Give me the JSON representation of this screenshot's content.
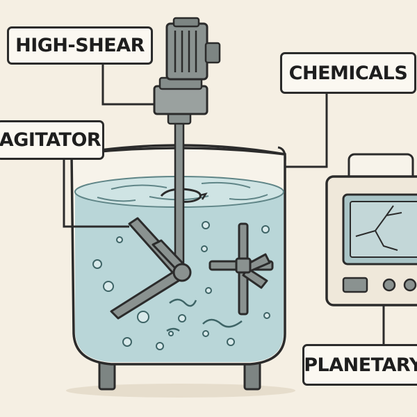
{
  "labels": {
    "high_shear": "HIGH-SHEAR",
    "chemicals": "CHEMICALS",
    "agitator": "AGITATOR",
    "planetary": "PLANETARY"
  },
  "colors": {
    "background": "#f5efe3",
    "liquid": "#b9d6d8",
    "liquid_surface": "#cfe4e4",
    "metal": "#8a9290",
    "outline": "#2b2b2b",
    "panel_screen": "#a9c4c6"
  }
}
